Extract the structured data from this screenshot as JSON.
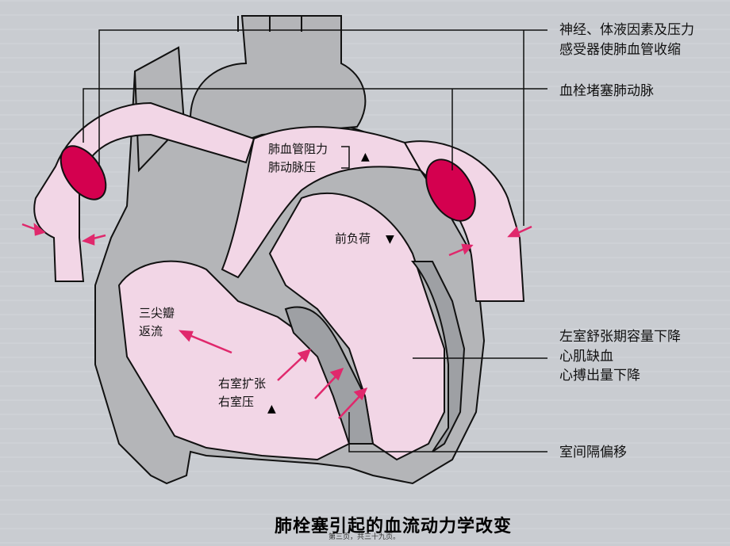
{
  "labels": {
    "neuro_humoral": [
      "神经、体液因素及压力",
      "感受器使肺血管收缩"
    ],
    "pulmonary_embolism": "血栓堵塞肺动脉",
    "pulmonary_resistance": [
      "肺血管阻力",
      "肺动脉压"
    ],
    "preload": "前负荷",
    "tricuspid_regurgitation": [
      "三尖瓣",
      "返流"
    ],
    "rv_dilation": [
      "右室扩张",
      "右室压"
    ],
    "lv_effects": [
      "左室舒张期容量下降",
      "心肌缺血",
      "心搏出量下降"
    ],
    "septal_shift": "室间隔偏移"
  },
  "title": "肺栓塞引起的血流动力学改变",
  "footer": "第三页，共三十九页。",
  "colors": {
    "heart_gray": "#b4b5b8",
    "chamber_pink": "#f2d6e6",
    "clot_red": "#d4004f",
    "arrow_pink": "#e0286c"
  }
}
